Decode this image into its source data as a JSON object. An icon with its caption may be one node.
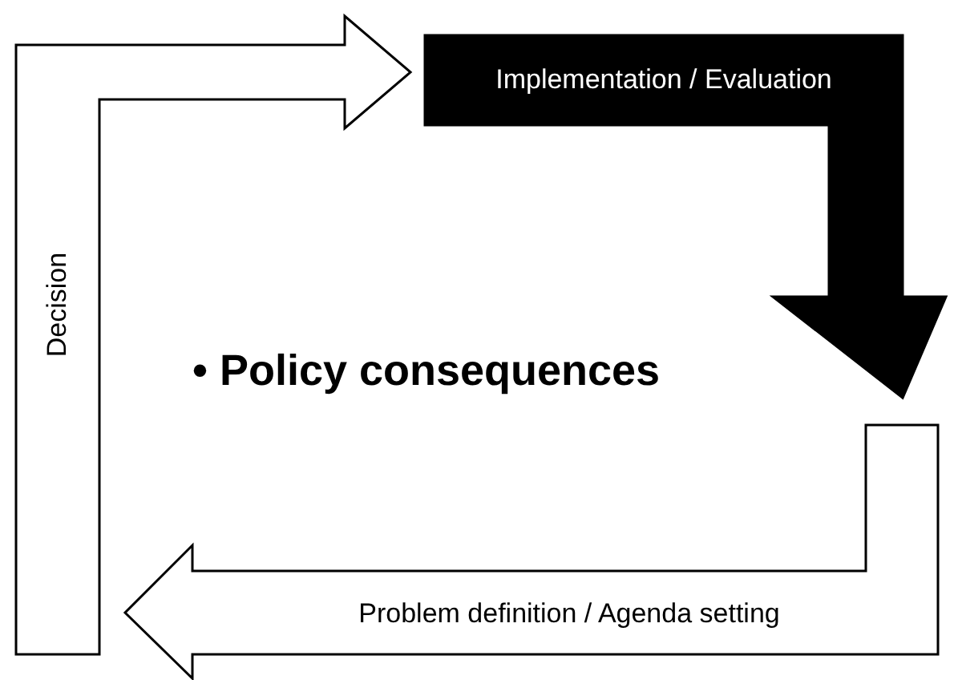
{
  "diagram": {
    "nodes": [
      {
        "text": [
          "Decision"
        ]
      },
      {
        "text": [
          "Implementation / Evaluation"
        ]
      },
      {
        "text": [
          "Problem definition / Agenda setting"
        ]
      }
    ],
    "labels": [
      "• Policy consequences"
    ]
  }
}
